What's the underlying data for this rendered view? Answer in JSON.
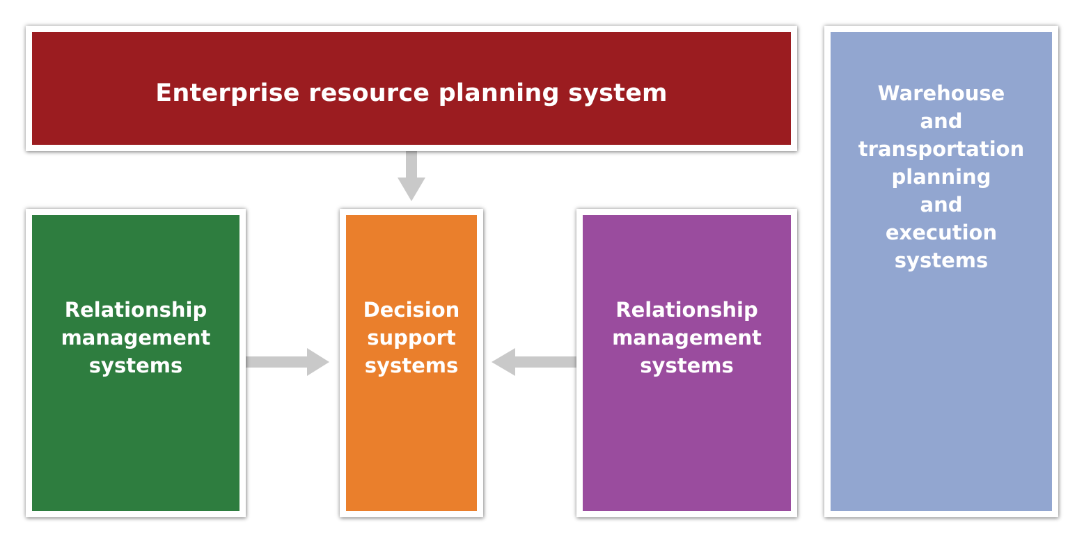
{
  "diagram": {
    "colors": {
      "erp": "#9b1c20",
      "warehouse": "#92a6d0",
      "relationship_left": "#2e7d3f",
      "decision": "#ea7f2c",
      "relationship_right": "#9a4c9e",
      "arrow": "#c9c9c9"
    },
    "boxes": {
      "erp": {
        "label": "Enterprise resource planning system"
      },
      "warehouse": {
        "label": "Warehouse\nand\ntransportation\nplanning\nand\nexecution\nsystems"
      },
      "relationship_left": {
        "label": "Relationship\nmanagement\nsystems"
      },
      "decision": {
        "label": "Decision\nsupport\nsystems"
      },
      "relationship_right": {
        "label": "Relationship\nmanagement\nsystems"
      }
    },
    "arrows": [
      {
        "from": "erp",
        "to": "decision"
      },
      {
        "from": "relationship_left",
        "to": "decision"
      },
      {
        "from": "relationship_right",
        "to": "decision"
      }
    ]
  }
}
